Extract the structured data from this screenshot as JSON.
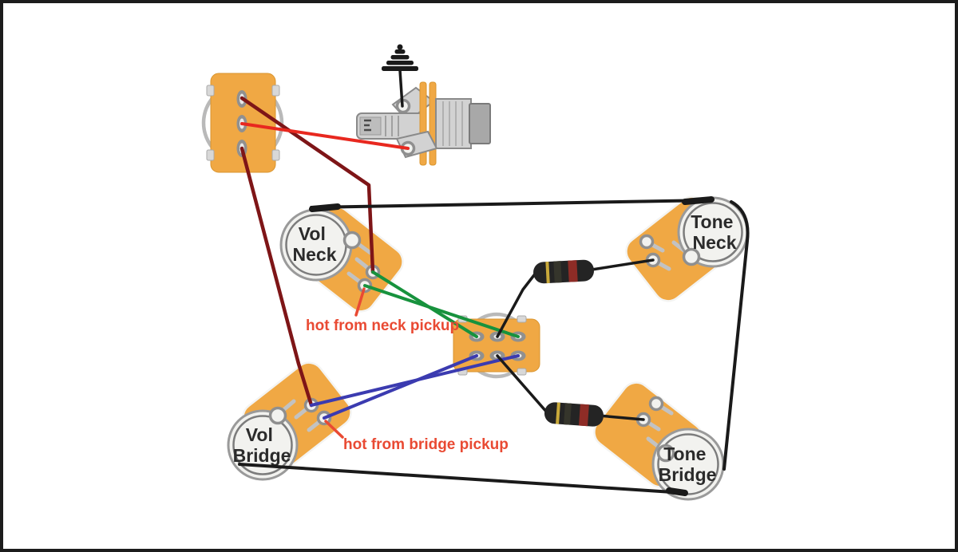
{
  "labels": {
    "vol_neck": {
      "line1": "Vol",
      "line2": "Neck"
    },
    "tone_neck": {
      "line1": "Tone",
      "line2": "Neck"
    },
    "vol_bridge": {
      "line1": "Vol",
      "line2": "Bridge"
    },
    "tone_bridge": {
      "line1": "Tone",
      "line2": "Bridge"
    },
    "hot_from_neck": "hot from neck pickup",
    "hot_from_bridge": "hot from bridge pickup"
  },
  "icons": {
    "ground": "ground-icon"
  },
  "colors": {
    "background": "#ffffff",
    "frame": "#1c1c1c",
    "component_orange": "#f0a844",
    "pot_face": "#f2f2ef",
    "wire_black": "#1a1a1a",
    "wire_red": "#e8281f",
    "wire_maroon": "#7e1517",
    "wire_green": "#17923d",
    "wire_blue": "#3b3bb0",
    "capacitor_body": "#242424",
    "capacitor_band_yellow": "#c9a93a",
    "capacitor_band_red": "#8e2c26",
    "label_red": "#e94a33"
  }
}
